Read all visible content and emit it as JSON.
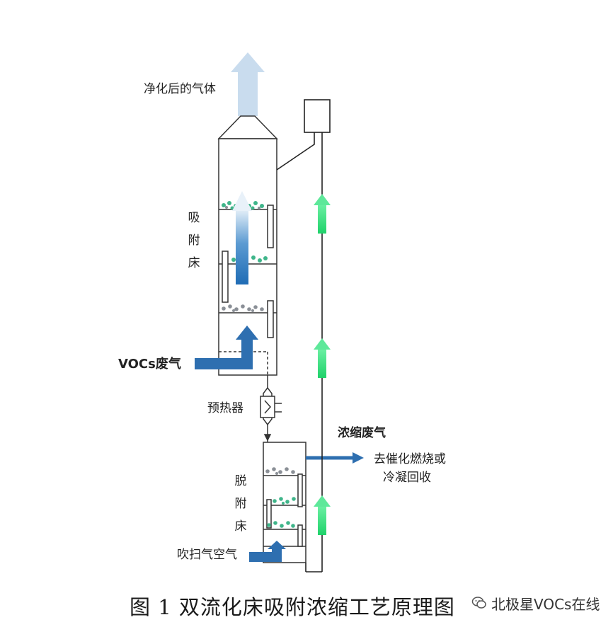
{
  "labels": {
    "purified_gas": "净化后的气体",
    "adsorption_bed": [
      "吸",
      "附",
      "床"
    ],
    "vocs_gas": "VOCs废气",
    "preheater": "预热器",
    "concentrated_gas": "浓缩废气",
    "destination_line1": "去催化燃烧或",
    "destination_line2": "冷凝回收",
    "desorption_bed": [
      "脱",
      "附",
      "床"
    ],
    "purge_air": "吹扫气空气"
  },
  "caption": "图 1  双流化床吸附浓缩工艺原理图",
  "watermark": "北极星VOCs在线",
  "colors": {
    "flow_blue": "#2e6fb0",
    "exhaust_light_blue": "#b9d3ea",
    "recycle_green": "#34e07a",
    "particle_gray": "#9aa0a6",
    "particle_green": "#3fb58a",
    "line": "#222222"
  }
}
